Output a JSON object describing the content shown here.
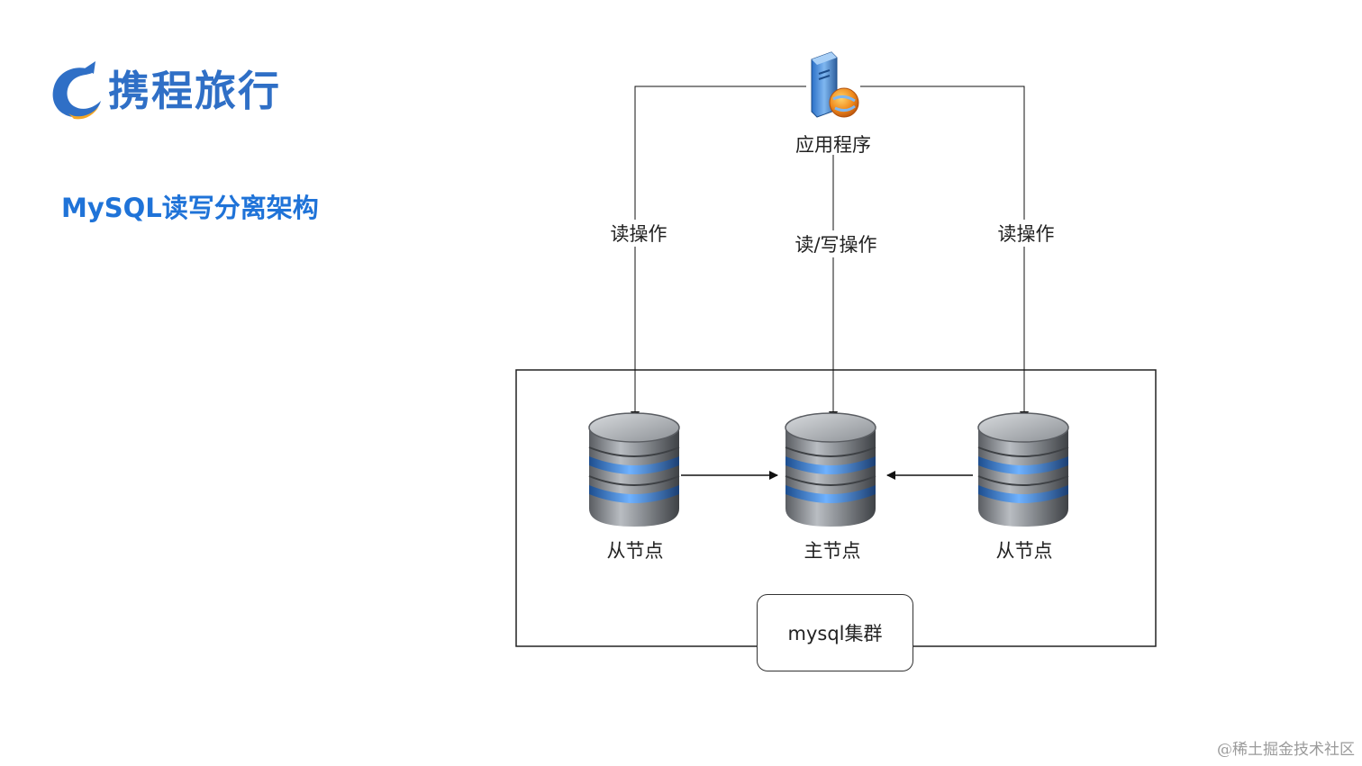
{
  "brand": {
    "name": "携程旅行",
    "color": "#2f6fc6"
  },
  "slide": {
    "title": "MySQL读写分离架构",
    "title_color": "#1f73d8"
  },
  "app": {
    "label": "应用程序",
    "icon": "server-globe-icon"
  },
  "edges": {
    "left_read": "读操作",
    "center_rw": "读/写操作",
    "right_read": "读操作"
  },
  "nodes": {
    "left": "从节点",
    "master": "主节点",
    "right": "从节点",
    "icon": "database-icon"
  },
  "cluster": {
    "label": "mysql集群"
  },
  "watermark": "@稀土掘金技术社区"
}
